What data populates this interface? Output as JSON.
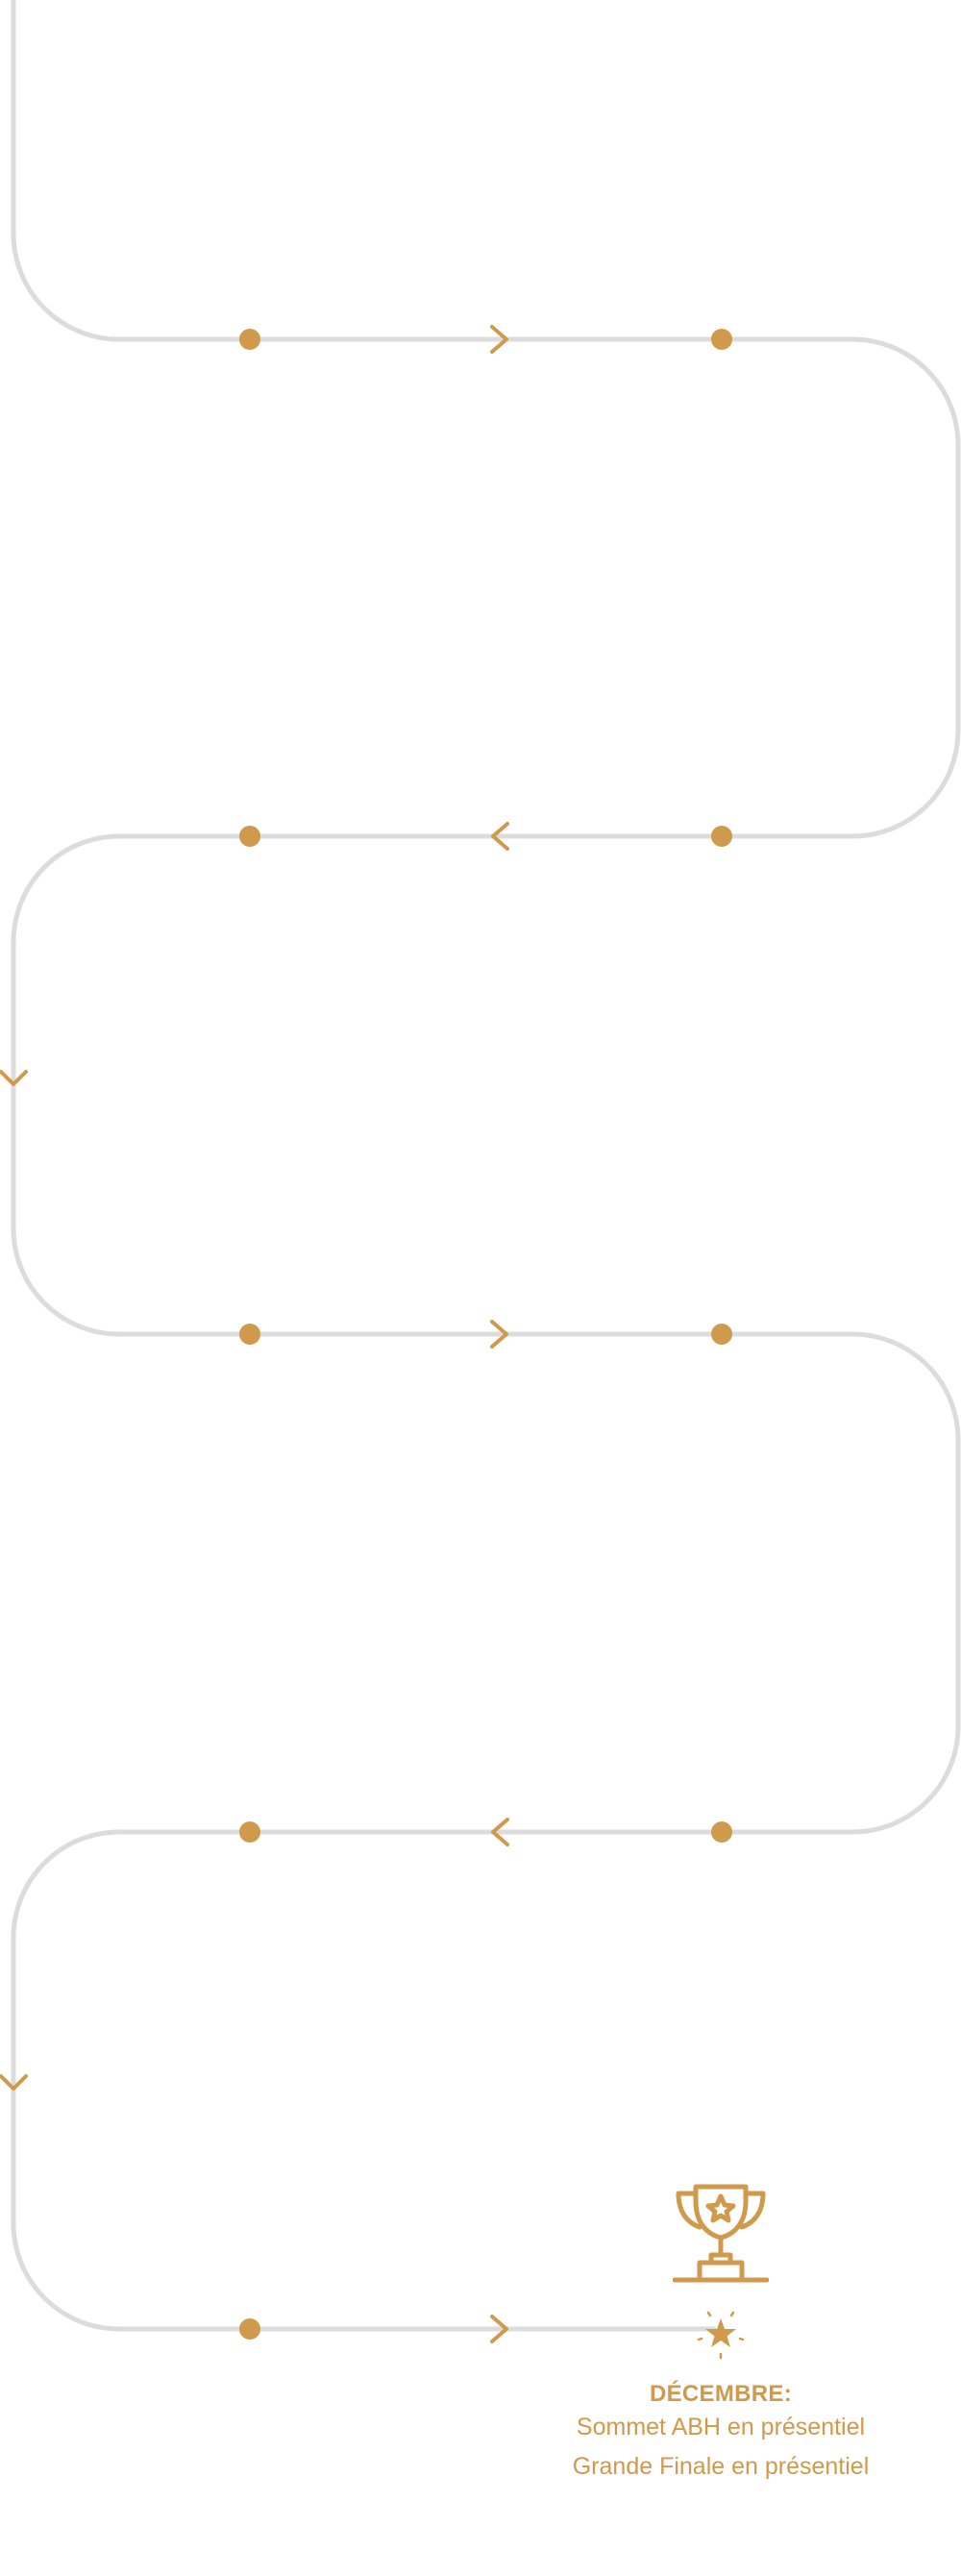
{
  "colors": {
    "accent": "#CF9A4B",
    "track": "#DCDCDC",
    "background": "#FFFFFF"
  },
  "timeline": {
    "rows": 5,
    "direction_sequence": [
      "right",
      "left",
      "right",
      "left",
      "right"
    ],
    "milestones_per_row": 2,
    "end_marker": "star-burst-icon"
  },
  "finale": {
    "icon": "trophy-icon",
    "title": "DÉCEMBRE:",
    "lines": [
      "Sommet ABH en présentiel",
      "Grande Finale en présentiel"
    ]
  }
}
